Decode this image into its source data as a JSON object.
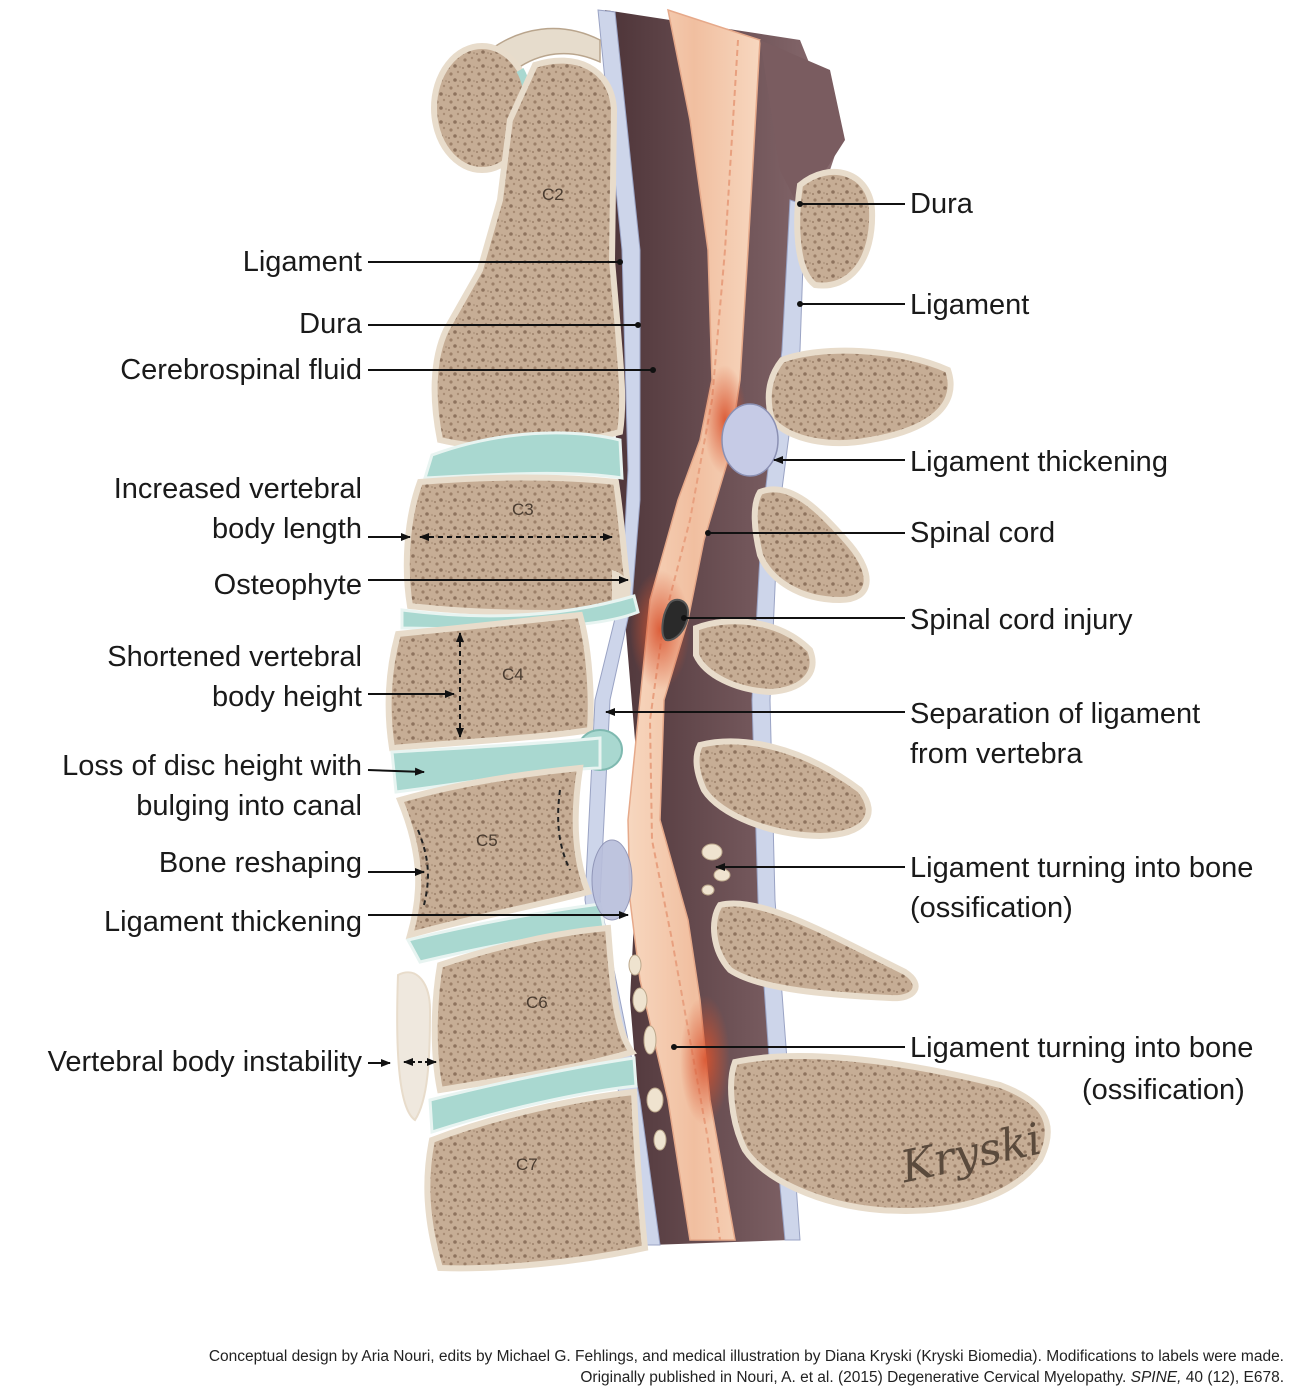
{
  "left_labels": {
    "ligament": "Ligament",
    "dura": "Dura",
    "csf": "Cerebrospinal fluid",
    "increased_length_1": "Increased vertebral",
    "increased_length_2": "body length",
    "osteophyte": "Osteophyte",
    "shortened_height_1": "Shortened vertebral",
    "shortened_height_2": "body height",
    "disc_loss_1": "Loss of disc height with",
    "disc_loss_2": "bulging into canal",
    "bone_reshaping": "Bone reshaping",
    "ligament_thickening": "Ligament thickening",
    "instability": "Vertebral body instability"
  },
  "right_labels": {
    "dura": "Dura",
    "ligament": "Ligament",
    "ligament_thickening": "Ligament thickening",
    "spinal_cord": "Spinal cord",
    "cord_injury": "Spinal cord injury",
    "separation_1": "Separation of ligament",
    "separation_2": "from vertebra",
    "ossification_a_1": "Ligament turning into bone",
    "ossification_a_2": "(ossification)",
    "ossification_b_1": "Ligament turning into bone",
    "ossification_b_2": "(ossification)"
  },
  "vertebrae": {
    "c2": "C2",
    "c3": "C3",
    "c4": "C4",
    "c5": "C5",
    "c6": "C6",
    "c7": "C7"
  },
  "signature": "Kryski",
  "credit": {
    "line1": "Conceptual design by Aria Nouri, edits by Michael G. Fehlings, and medical illustration by Diana Kryski (Kryski Biomedia). Modifications to labels were made.",
    "line2_pre": "Originally published in Nouri, A. et al. (2015) Degenerative Cervical Myelopathy.",
    "line2_journal": "SPINE,",
    "line2_post": "40 (12), E678."
  },
  "colors": {
    "bone": "#c8b09a",
    "bone_edge": "#e8dccb",
    "disc": "#a9d8d0",
    "cord": "#f3c6a6",
    "dura_dark": "#6d5357",
    "ligament": "#c9d1e8",
    "injury": "#d9532e"
  }
}
